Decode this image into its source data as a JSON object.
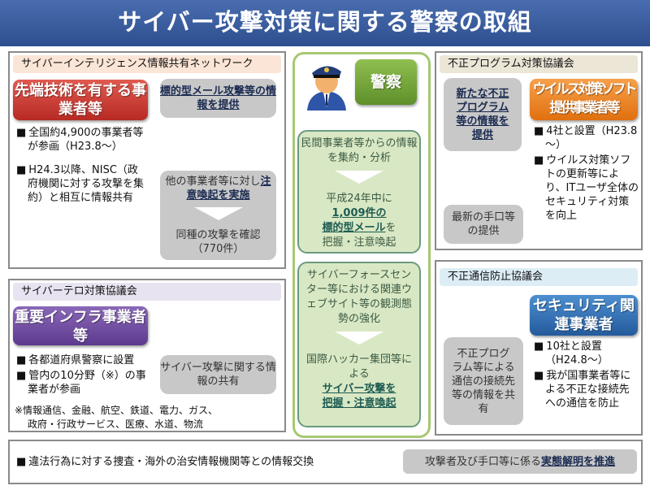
{
  "title": "サイバー攻撃対策に関する警察の取組",
  "colors": {
    "title_bg": "#3a5c9e",
    "arrow": "#c2b98f",
    "red": "#c9302c",
    "purple": "#6f4a9e",
    "orange": "#ee7d1c",
    "blue": "#2f6bb0",
    "police_green": "#7aab3c"
  },
  "intel": {
    "header": "サイバーインテリジェンス情報共有ネットワーク",
    "entity": "先端技術を有する事業者等",
    "provide": "標的型メール攻撃等の情報を提供",
    "bullets": [
      "全国約4,900の事業者等が参画（H23.8～）",
      "H24.3以降、NISC（政府機関に対する攻撃を集約）と相互に情報共有"
    ],
    "alert_pre": "他の事業者等に対し",
    "alert_ul": "注意喚起を実施",
    "confirm": "同種の攻撃を確認",
    "confirm_count": "（770件）"
  },
  "terror": {
    "header": "サイバーテロ対策協議会",
    "entity": "重要インフラ事業者等",
    "bullets": [
      "各都道府県警察に設置",
      "管内の10分野（※）の事業者が参画"
    ],
    "share": "サイバー攻撃に関する情報の共有",
    "note1": "※情報通信、金融、航空、鉄道、電力、ガス、",
    "note2": "政府・行政サービス、医療、水道、物流"
  },
  "police": {
    "label": "警察",
    "icon": "police-officer-icon",
    "box1_a": "民間事業者等からの情報を集約・分析",
    "box1_b": "平成24年中に",
    "box1_c": "1,009件の",
    "box1_d": "標的型メール",
    "box1_e": "を",
    "box1_f": "把握・注意喚起",
    "box2_a": "サイバーフォースセンター等における関連ウェブサイト等の観測態勢の強化",
    "box2_b": "国際ハッカー集団等による",
    "box2_c": "サイバー攻撃を",
    "box2_d": "把握・注意喚起"
  },
  "malware": {
    "header": "不正プログラム対策協議会",
    "provide": "新たな不正プログラム等の情報を提供",
    "entity_a": "ウイルス対策ソフト",
    "entity_b": "提供事業者等",
    "bullets": [
      "4社と設置（H23.8～）",
      "ウイルス対策ソフトの更新等により、ITユーザ全体のセキュリティ対策を向上"
    ],
    "latest": "最新の手口等の提供"
  },
  "comm": {
    "header": "不正通信防止協議会",
    "entity": "セキュリティ関連事業者",
    "share": "不正プログラム等による通信の接続先等の情報を共有",
    "bullets": [
      "10社と設置（H24.8～）",
      "我が国事業者等による不正な接続先への通信を防止"
    ]
  },
  "bottom": {
    "text": "違法行為に対する捜査・海外の治安情報機関等との情報交換",
    "result_pre": "攻撃者及び手口等に係る",
    "result_ul": "実態解明を推進"
  }
}
